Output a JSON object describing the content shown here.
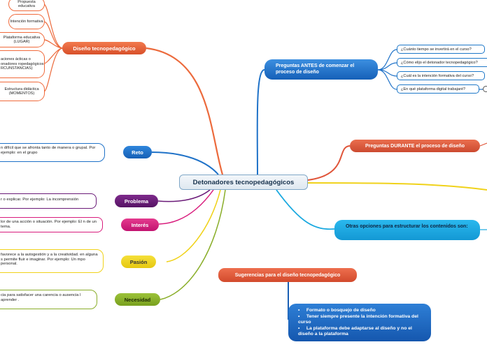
{
  "center": {
    "label": "Detonadores tecnopedagógicos"
  },
  "branches": {
    "diseno": {
      "label": "Diseño tecnopedagógico",
      "children": [
        "Propuesta educativa",
        "Intención formativa",
        "Plataforma educativa (LUGAR)",
        "aciones ácticas o onadores ropedagógicos RCUNSTANCIAS)",
        "Estructura didáctica (MOMENTOS)"
      ]
    },
    "antes": {
      "label": "Preguntas ANTES de comenzar el proceso de diseño",
      "children": [
        "¿Cuánto tiempo se invertirá en el curso?",
        "¿Cómo elijo el detonador tecnopedagógico?",
        "¿Cuál es la intención formativa del curso?",
        "¿En qué plataforma digital trabajaré?"
      ]
    },
    "durante": {
      "label": "Preguntas DURANTE el proceso de diseño"
    },
    "otras": {
      "label": "Otras opciones para estructurar los contenidos son:"
    },
    "reto": {
      "label": "Reto",
      "note": "n difícil que se afronta tanto de manera o grupal. Por ejemplo: en el grupo"
    },
    "problema": {
      "label": "Problema",
      "note": "r o explicar. Por ejemplo: La incomprensión"
    },
    "interes": {
      "label": "Interés",
      "note": "lor de una acción o situación. Por ejemplo: El n de un tema."
    },
    "pasion": {
      "label": "Pasión",
      "note": "favorece a la autogestión y a la creatividad. en alguna s permite fluir e imaginar. Por ejemplo: Un mpo personal."
    },
    "necesidad": {
      "label": "Necesidad",
      "note": "cia para satisfacer una carencia o ausencia l aprender ."
    },
    "sugerencias": {
      "label": "Sugerencias para el diseño tecnopedagógico",
      "items": [
        "Formato o bosquejo de diseño",
        "Tener siempre presente la intención formativa del curso",
        "La plataforma debe adaptarse al diseño y no el diseño a la plataforma"
      ]
    }
  },
  "colors": {
    "orange": "#ec6a3c",
    "blue": "#1f72c8",
    "red": "#e0553a",
    "yellow": "#f0d21a",
    "cyan": "#1aa9e0",
    "purple": "#6a1a78",
    "magenta": "#d81b7c",
    "olive": "#8aae2a"
  }
}
